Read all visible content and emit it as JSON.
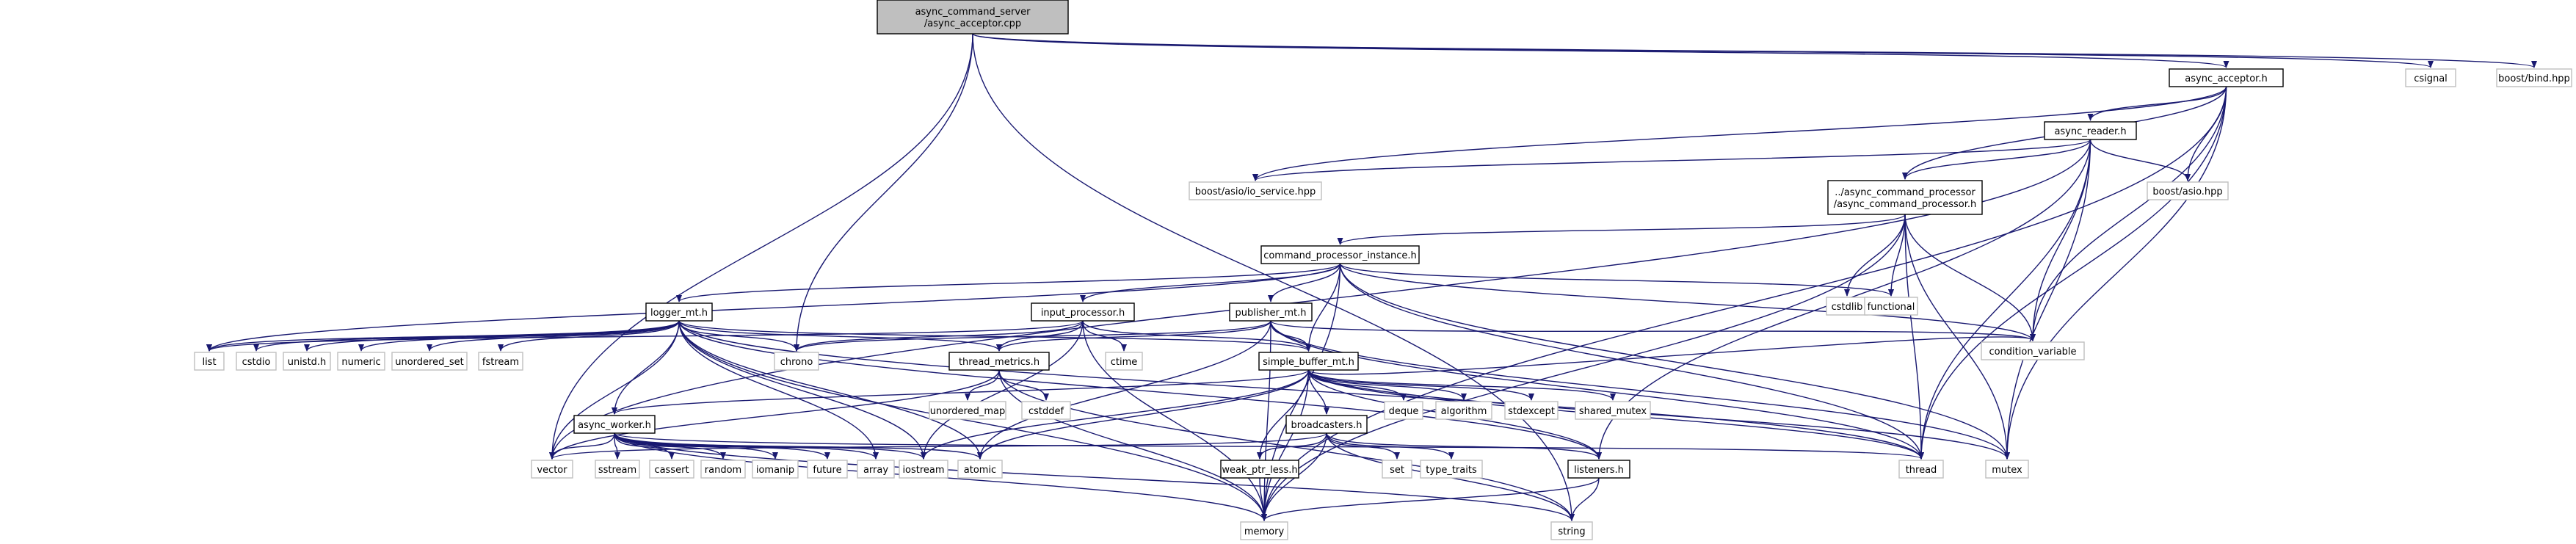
{
  "colors": {
    "background": "#ffffff",
    "edge": "#191970",
    "root_fill": "#bfbfbf",
    "root_border": "#000000",
    "project_border": "#000000",
    "system_border": "#bfbfbf",
    "node_fill": "#ffffff",
    "text": "#000000"
  },
  "nodes": [
    {
      "id": "root",
      "kind": "root",
      "lines": [
        "async_command_server",
        "/async_acceptor.cpp"
      ]
    },
    {
      "id": "async_acceptor",
      "kind": "project",
      "lines": [
        "async_acceptor.h"
      ]
    },
    {
      "id": "csignal",
      "kind": "system",
      "lines": [
        "csignal"
      ]
    },
    {
      "id": "boost_bind",
      "kind": "system",
      "lines": [
        "boost/bind.hpp"
      ]
    },
    {
      "id": "async_reader",
      "kind": "project",
      "lines": [
        "async_reader.h"
      ]
    },
    {
      "id": "asio_io_service",
      "kind": "system",
      "lines": [
        "boost/asio/io_service.hpp"
      ]
    },
    {
      "id": "boost_asio",
      "kind": "system",
      "lines": [
        "boost/asio.hpp"
      ]
    },
    {
      "id": "async_cmd_proc",
      "kind": "project",
      "lines": [
        "../async_command_processor",
        "/async_command_processor.h"
      ]
    },
    {
      "id": "cmd_proc_inst",
      "kind": "project",
      "lines": [
        "command_processor_instance.h"
      ]
    },
    {
      "id": "cstdlib",
      "kind": "system",
      "lines": [
        "cstdlib"
      ]
    },
    {
      "id": "functional",
      "kind": "system",
      "lines": [
        "functional"
      ]
    },
    {
      "id": "logger_mt",
      "kind": "project",
      "lines": [
        "logger_mt.h"
      ]
    },
    {
      "id": "input_processor",
      "kind": "project",
      "lines": [
        "input_processor.h"
      ]
    },
    {
      "id": "publisher_mt",
      "kind": "project",
      "lines": [
        "publisher_mt.h"
      ]
    },
    {
      "id": "condition_variable",
      "kind": "system",
      "lines": [
        "condition_variable"
      ]
    },
    {
      "id": "list",
      "kind": "system",
      "lines": [
        "list"
      ]
    },
    {
      "id": "cstdio",
      "kind": "system",
      "lines": [
        "cstdio"
      ]
    },
    {
      "id": "unistd",
      "kind": "system",
      "lines": [
        "unistd.h"
      ]
    },
    {
      "id": "numeric",
      "kind": "system",
      "lines": [
        "numeric"
      ]
    },
    {
      "id": "unordered_set",
      "kind": "system",
      "lines": [
        "unordered_set"
      ]
    },
    {
      "id": "fstream",
      "kind": "system",
      "lines": [
        "fstream"
      ]
    },
    {
      "id": "chrono",
      "kind": "system",
      "lines": [
        "chrono"
      ]
    },
    {
      "id": "thread_metrics",
      "kind": "project",
      "lines": [
        "thread_metrics.h"
      ]
    },
    {
      "id": "ctime",
      "kind": "system",
      "lines": [
        "ctime"
      ]
    },
    {
      "id": "simple_buffer_mt",
      "kind": "project",
      "lines": [
        "simple_buffer_mt.h"
      ]
    },
    {
      "id": "unordered_map",
      "kind": "system",
      "lines": [
        "unordered_map"
      ]
    },
    {
      "id": "cstddef",
      "kind": "system",
      "lines": [
        "cstddef"
      ]
    },
    {
      "id": "deque",
      "kind": "system",
      "lines": [
        "deque"
      ]
    },
    {
      "id": "algorithm",
      "kind": "system",
      "lines": [
        "algorithm"
      ]
    },
    {
      "id": "stdexcept",
      "kind": "system",
      "lines": [
        "stdexcept"
      ]
    },
    {
      "id": "shared_mutex",
      "kind": "system",
      "lines": [
        "shared_mutex"
      ]
    },
    {
      "id": "async_worker",
      "kind": "project",
      "lines": [
        "async_worker.h"
      ]
    },
    {
      "id": "broadcasters",
      "kind": "project",
      "lines": [
        "broadcasters.h"
      ]
    },
    {
      "id": "vector",
      "kind": "system",
      "lines": [
        "vector"
      ]
    },
    {
      "id": "sstream",
      "kind": "system",
      "lines": [
        "sstream"
      ]
    },
    {
      "id": "cassert",
      "kind": "system",
      "lines": [
        "cassert"
      ]
    },
    {
      "id": "random",
      "kind": "system",
      "lines": [
        "random"
      ]
    },
    {
      "id": "iomanip",
      "kind": "system",
      "lines": [
        "iomanip"
      ]
    },
    {
      "id": "future",
      "kind": "system",
      "lines": [
        "future"
      ]
    },
    {
      "id": "array",
      "kind": "system",
      "lines": [
        "array"
      ]
    },
    {
      "id": "iostream",
      "kind": "system",
      "lines": [
        "iostream"
      ]
    },
    {
      "id": "atomic",
      "kind": "system",
      "lines": [
        "atomic"
      ]
    },
    {
      "id": "set",
      "kind": "system",
      "lines": [
        "set"
      ]
    },
    {
      "id": "type_traits",
      "kind": "system",
      "lines": [
        "type_traits"
      ]
    },
    {
      "id": "listeners",
      "kind": "project",
      "lines": [
        "listeners.h"
      ]
    },
    {
      "id": "thread",
      "kind": "system",
      "lines": [
        "thread"
      ]
    },
    {
      "id": "mutex",
      "kind": "system",
      "lines": [
        "mutex"
      ]
    },
    {
      "id": "weak_ptr_less",
      "kind": "project",
      "lines": [
        "weak_ptr_less.h"
      ]
    },
    {
      "id": "memory",
      "kind": "system",
      "lines": [
        "memory"
      ]
    },
    {
      "id": "string",
      "kind": "system",
      "lines": [
        "string"
      ]
    }
  ],
  "edges": [
    [
      "root",
      "async_acceptor"
    ],
    [
      "root",
      "csignal"
    ],
    [
      "root",
      "boost_bind"
    ],
    [
      "root",
      "chrono"
    ],
    [
      "root",
      "vector"
    ],
    [
      "root",
      "string"
    ],
    [
      "async_acceptor",
      "async_reader"
    ],
    [
      "async_acceptor",
      "asio_io_service"
    ],
    [
      "async_acceptor",
      "boost_asio"
    ],
    [
      "async_acceptor",
      "async_cmd_proc"
    ],
    [
      "async_acceptor",
      "condition_variable"
    ],
    [
      "async_acceptor",
      "thread"
    ],
    [
      "async_acceptor",
      "mutex"
    ],
    [
      "async_acceptor",
      "memory"
    ],
    [
      "async_reader",
      "asio_io_service"
    ],
    [
      "async_reader",
      "boost_asio"
    ],
    [
      "async_reader",
      "async_cmd_proc"
    ],
    [
      "async_reader",
      "vector"
    ],
    [
      "async_reader",
      "condition_variable"
    ],
    [
      "async_reader",
      "thread"
    ],
    [
      "async_reader",
      "mutex"
    ],
    [
      "async_reader",
      "listeners"
    ],
    [
      "async_cmd_proc",
      "cmd_proc_inst"
    ],
    [
      "async_cmd_proc",
      "cstdlib"
    ],
    [
      "async_cmd_proc",
      "functional"
    ],
    [
      "async_cmd_proc",
      "condition_variable"
    ],
    [
      "async_cmd_proc",
      "thread"
    ],
    [
      "async_cmd_proc",
      "mutex"
    ],
    [
      "async_cmd_proc",
      "memory"
    ],
    [
      "cmd_proc_inst",
      "logger_mt"
    ],
    [
      "cmd_proc_inst",
      "input_processor"
    ],
    [
      "cmd_proc_inst",
      "publisher_mt"
    ],
    [
      "cmd_proc_inst",
      "simple_buffer_mt"
    ],
    [
      "cmd_proc_inst",
      "functional"
    ],
    [
      "cmd_proc_inst",
      "list"
    ],
    [
      "cmd_proc_inst",
      "memory"
    ],
    [
      "cmd_proc_inst",
      "thread"
    ],
    [
      "cmd_proc_inst",
      "condition_variable"
    ],
    [
      "cmd_proc_inst",
      "mutex"
    ],
    [
      "logger_mt",
      "list"
    ],
    [
      "logger_mt",
      "cstdio"
    ],
    [
      "logger_mt",
      "unistd"
    ],
    [
      "logger_mt",
      "numeric"
    ],
    [
      "logger_mt",
      "unordered_set"
    ],
    [
      "logger_mt",
      "fstream"
    ],
    [
      "logger_mt",
      "chrono"
    ],
    [
      "logger_mt",
      "thread_metrics"
    ],
    [
      "logger_mt",
      "simple_buffer_mt"
    ],
    [
      "logger_mt",
      "async_worker"
    ],
    [
      "logger_mt",
      "vector"
    ],
    [
      "logger_mt",
      "array"
    ],
    [
      "logger_mt",
      "iostream"
    ],
    [
      "logger_mt",
      "atomic"
    ],
    [
      "logger_mt",
      "memory"
    ],
    [
      "logger_mt",
      "thread"
    ],
    [
      "logger_mt",
      "listeners"
    ],
    [
      "input_processor",
      "list"
    ],
    [
      "input_processor",
      "ctime"
    ],
    [
      "input_processor",
      "thread_metrics"
    ],
    [
      "input_processor",
      "simple_buffer_mt"
    ],
    [
      "input_processor",
      "chrono"
    ],
    [
      "input_processor",
      "iostream"
    ],
    [
      "input_processor",
      "memory"
    ],
    [
      "publisher_mt",
      "chrono"
    ],
    [
      "publisher_mt",
      "thread_metrics"
    ],
    [
      "publisher_mt",
      "simple_buffer_mt"
    ],
    [
      "publisher_mt",
      "condition_variable"
    ],
    [
      "publisher_mt",
      "thread"
    ],
    [
      "publisher_mt",
      "mutex"
    ],
    [
      "publisher_mt",
      "atomic"
    ],
    [
      "publisher_mt",
      "memory"
    ],
    [
      "thread_metrics",
      "unordered_map"
    ],
    [
      "thread_metrics",
      "cstddef"
    ],
    [
      "thread_metrics",
      "vector"
    ],
    [
      "thread_metrics",
      "memory"
    ],
    [
      "thread_metrics",
      "string"
    ],
    [
      "simple_buffer_mt",
      "deque"
    ],
    [
      "simple_buffer_mt",
      "algorithm"
    ],
    [
      "simple_buffer_mt",
      "stdexcept"
    ],
    [
      "simple_buffer_mt",
      "shared_mutex"
    ],
    [
      "simple_buffer_mt",
      "async_worker"
    ],
    [
      "simple_buffer_mt",
      "broadcasters"
    ],
    [
      "simple_buffer_mt",
      "weak_ptr_less"
    ],
    [
      "simple_buffer_mt",
      "iostream"
    ],
    [
      "simple_buffer_mt",
      "atomic"
    ],
    [
      "simple_buffer_mt",
      "memory"
    ],
    [
      "simple_buffer_mt",
      "thread"
    ],
    [
      "simple_buffer_mt",
      "mutex"
    ],
    [
      "simple_buffer_mt",
      "listeners"
    ],
    [
      "simple_buffer_mt",
      "condition_variable"
    ],
    [
      "async_worker",
      "vector"
    ],
    [
      "async_worker",
      "sstream"
    ],
    [
      "async_worker",
      "cassert"
    ],
    [
      "async_worker",
      "random"
    ],
    [
      "async_worker",
      "iomanip"
    ],
    [
      "async_worker",
      "future"
    ],
    [
      "async_worker",
      "array"
    ],
    [
      "async_worker",
      "iostream"
    ],
    [
      "async_worker",
      "atomic"
    ],
    [
      "async_worker",
      "thread"
    ],
    [
      "async_worker",
      "memory"
    ],
    [
      "async_worker",
      "string"
    ],
    [
      "broadcasters",
      "weak_ptr_less"
    ],
    [
      "broadcasters",
      "set"
    ],
    [
      "broadcasters",
      "type_traits"
    ],
    [
      "broadcasters",
      "listeners"
    ],
    [
      "broadcasters",
      "vector"
    ],
    [
      "broadcasters",
      "memory"
    ],
    [
      "broadcasters",
      "string"
    ],
    [
      "weak_ptr_less",
      "memory"
    ],
    [
      "listeners",
      "memory"
    ],
    [
      "listeners",
      "string"
    ]
  ]
}
